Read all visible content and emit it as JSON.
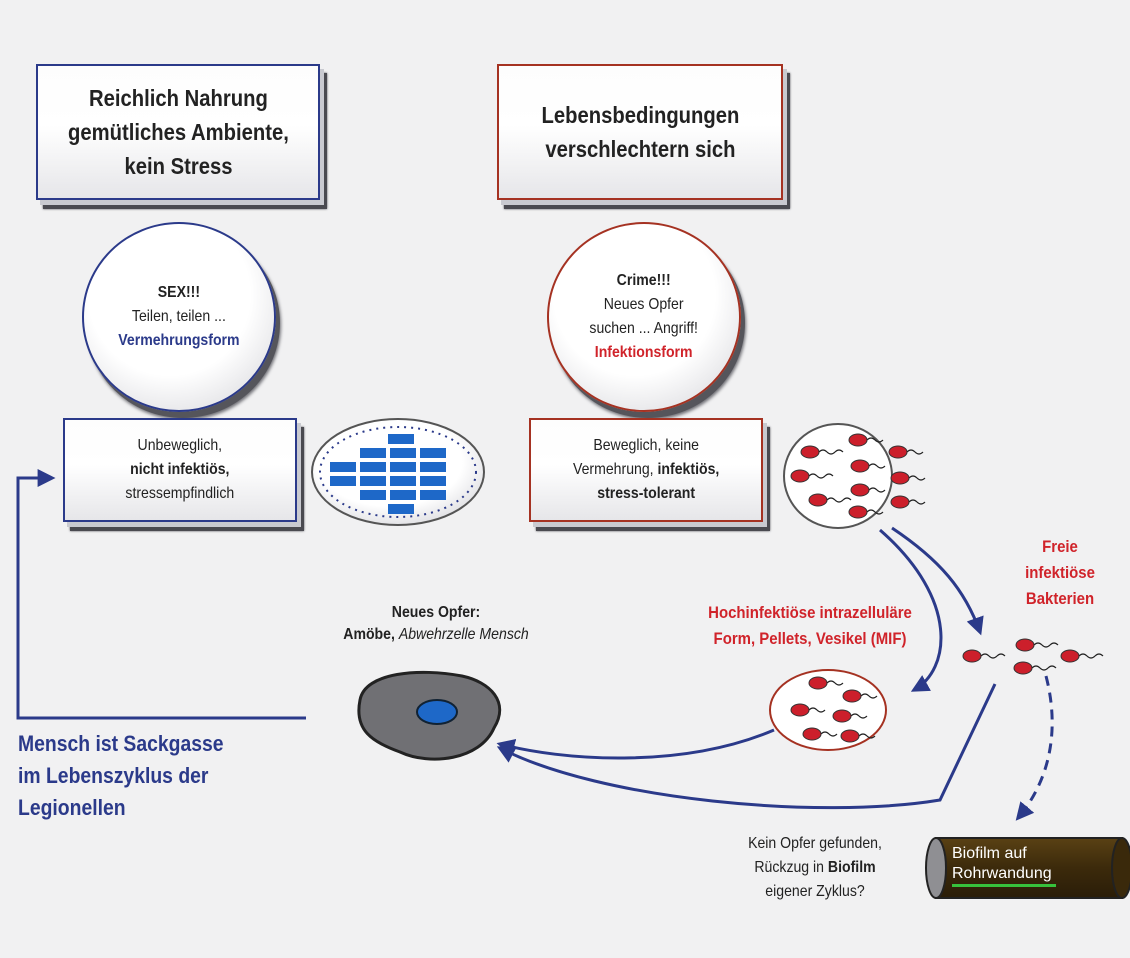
{
  "top_left_box": {
    "lines": [
      "Reichlich Nahrung",
      "gemütliches Ambiente,",
      "kein Stress"
    ]
  },
  "top_right_box": {
    "lines": [
      "Lebensbedingungen",
      "verschlechtern sich"
    ]
  },
  "left_circle": {
    "title": "SEX!!!",
    "text": "Teilen, teilen ...",
    "form": "Vermehrungsform"
  },
  "right_circle": {
    "title": "Crime!!!",
    "line1": "Neues Opfer",
    "line2": "suchen ... Angriff!",
    "form": "Infektionsform"
  },
  "left_state_box": {
    "line1": "Unbeweglich,",
    "line2": "nicht infektiös,",
    "line3": "stressempfindlich"
  },
  "right_state_box": {
    "line1": "Beweglich, keine",
    "line2_pre": "Vermehrung, ",
    "line2_bold": "infektiös,",
    "line3": "stress-tolerant"
  },
  "victim_label": {
    "line1": "Neues Opfer:",
    "line2_pre": "Amöbe, ",
    "line2_italic": "Abwehrzelle Mensch"
  },
  "mif_label": {
    "line1": "Hochinfektiöse intrazelluläre",
    "line2": "Form, Pellets, Vesikel (MIF)"
  },
  "free_label": {
    "line1": "Freie",
    "line2": "infektiöse",
    "line3": "Bakterien"
  },
  "no_victim_label": {
    "line1": "Kein Opfer gefunden,",
    "line2_pre": "Rückzug in ",
    "line2_bold": "Biofilm",
    "line3": "eigener Zyklus?"
  },
  "biofilm": {
    "line1": "Biofilm auf",
    "line2": "Rohrwandung"
  },
  "dead_end": {
    "line1": "Mensch ist Sackgasse",
    "line2": "im Lebenszyklus der",
    "line3": "Legionellen"
  },
  "colors": {
    "blue": "#2b3a8a",
    "red": "#d0232a",
    "dark_red": "#a53222",
    "bacterium": "#cc1f2b",
    "amoeba_nucleus": "#1e68c8",
    "pipe": "#4a3410"
  }
}
